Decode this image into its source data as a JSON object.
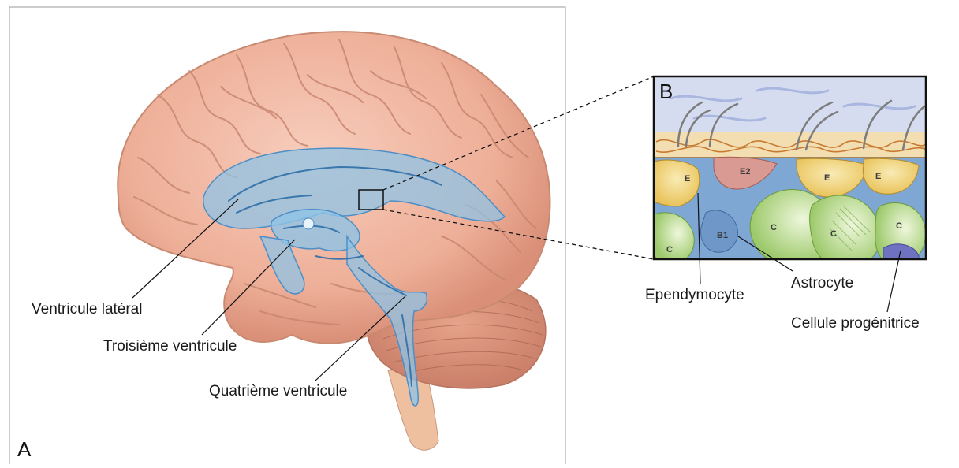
{
  "panel_a": {
    "letter": "A",
    "labels": {
      "lateral": "Ventricule latéral",
      "third": "Troisième ventricule",
      "fourth": "Quatrième ventricule"
    }
  },
  "panel_b": {
    "letter": "B",
    "cells": {
      "e1": "E",
      "e2": "E2",
      "e3": "E",
      "e4": "E",
      "b1": "B1",
      "c1": "C",
      "c2": "C",
      "c3": "C",
      "c4": "C"
    },
    "labels": {
      "ependymocyte": "Ependymocyte",
      "astrocyte": "Astrocyte",
      "progenitor": "Cellule progénitrice"
    }
  },
  "colors": {
    "brain": "#f0b7a4",
    "ventricle": "#8fc3e6",
    "csf": "#d6dcf0",
    "ependymal": "#f2d57a",
    "astrocyte": "#7fa7d4",
    "progenitor": "#b9dc8a"
  }
}
